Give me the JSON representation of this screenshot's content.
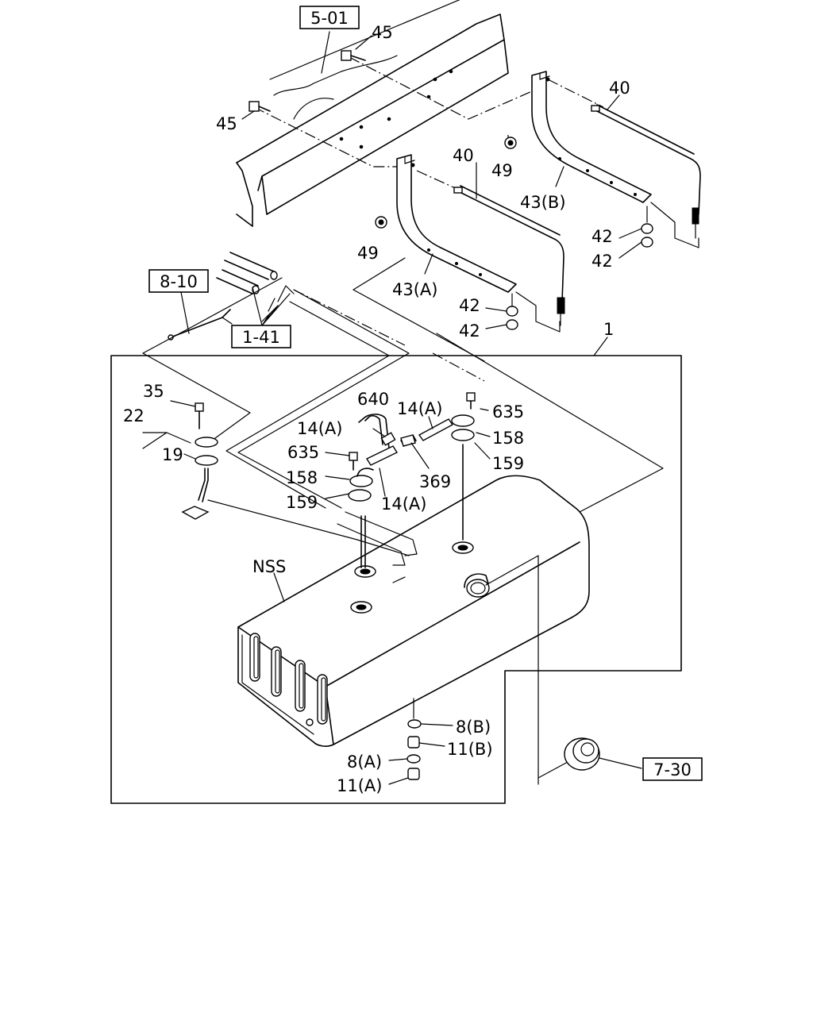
{
  "refs": {
    "r501": "5-01",
    "r810": "8-10",
    "r141": "1-41",
    "r730": "7-30"
  },
  "labels": {
    "l45a": "45",
    "l45b": "45",
    "l40a": "40",
    "l40b": "40",
    "l49a": "49",
    "l49b": "49",
    "l43b": "43(B)",
    "l43a": "43(A)",
    "l42a": "42",
    "l42b": "42",
    "l42c": "42",
    "l42d": "42",
    "l1": "1",
    "l35": "35",
    "l22": "22",
    "l19": "19",
    "l640": "640",
    "l14a1": "14(A)",
    "l14a2": "14(A)",
    "l14a3": "14(A)",
    "l635a": "635",
    "l635b": "635",
    "l158a": "158",
    "l158b": "158",
    "l159a": "159",
    "l159b": "159",
    "l369": "369",
    "lnss": "NSS",
    "l8b": "8(B)",
    "l11b": "11(B)",
    "l8a": "8(A)",
    "l11a": "11(A)"
  }
}
